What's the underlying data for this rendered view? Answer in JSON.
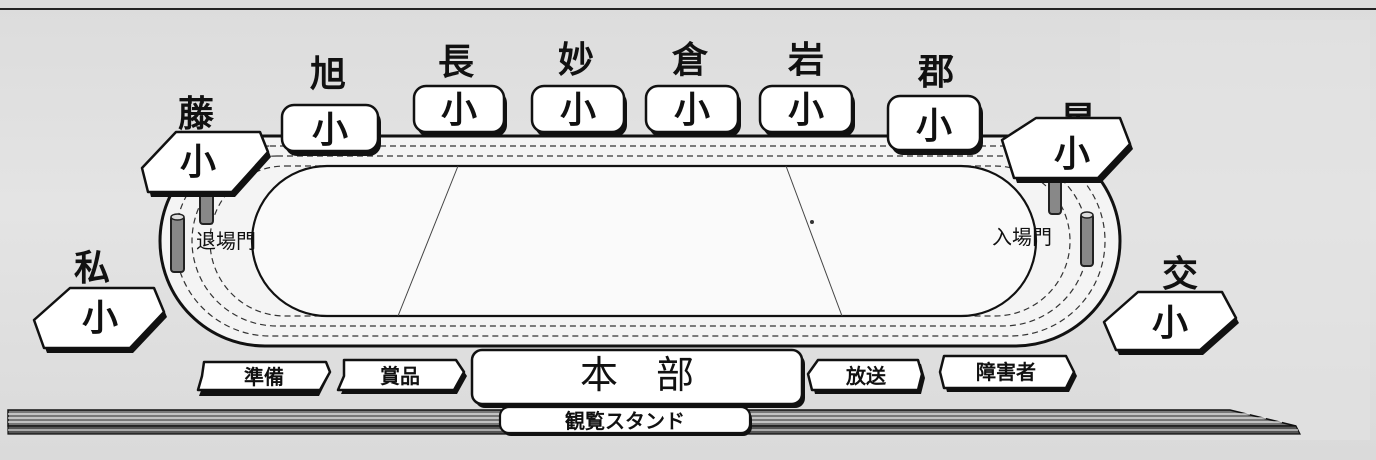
{
  "schools": {
    "fuji": {
      "top": "藤",
      "bottom": "小"
    },
    "asahi": {
      "top": "旭",
      "bottom": "小"
    },
    "naga": {
      "top": "長",
      "bottom": "小"
    },
    "myo": {
      "top": "妙",
      "bottom": "小"
    },
    "kura": {
      "top": "倉",
      "bottom": "小"
    },
    "iwa": {
      "top": "岩",
      "bottom": "小"
    },
    "gun": {
      "top": "郡",
      "bottom": "小"
    },
    "hoshi": {
      "top": "星",
      "bottom": "小"
    },
    "shi": {
      "top": "私",
      "bottom": "小"
    },
    "ko": {
      "top": "交",
      "bottom": "小"
    }
  },
  "gates": {
    "exit": "退場門",
    "entrance": "入場門"
  },
  "tents": {
    "preparation": "準備",
    "prizes": "賞品",
    "headquarters": "本　部",
    "broadcast": "放送",
    "disabled": "障害者"
  },
  "stand": {
    "label": "観覧スタンド"
  }
}
